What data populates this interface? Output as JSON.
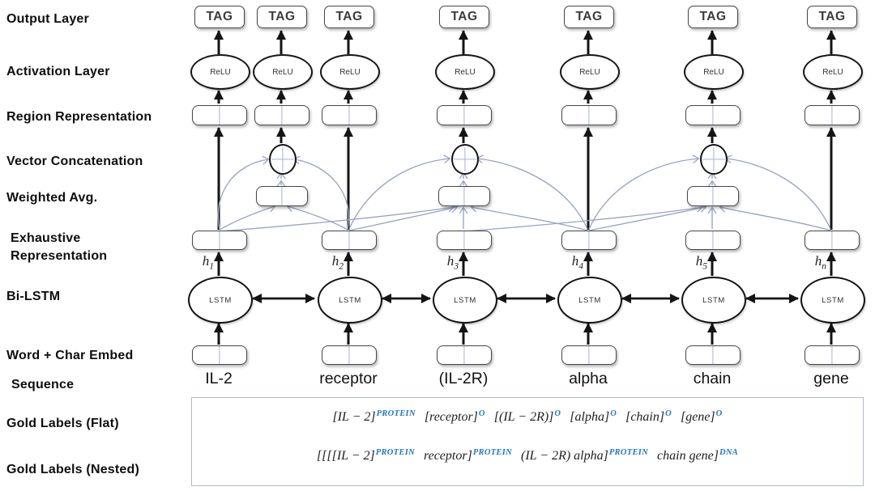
{
  "row_labels": {
    "output_layer": "Output Layer",
    "activation_layer": "Activation Layer",
    "region_representation": "Region Representation",
    "vector_concatenation": "Vector Concatenation",
    "weighted_avg": "Weighted Avg.",
    "exhaustive_representation": "Exhaustive Representation",
    "bi_lstm": "Bi-LSTM",
    "word_char_embed": "Word + Char Embed",
    "sequence": "Sequence",
    "gold_flat": "Gold Labels (Flat)",
    "gold_nested": "Gold Labels (Nested)"
  },
  "nodes": {
    "tag": "TAG",
    "relu": "ReLU",
    "lstm": "LSTM"
  },
  "hidden_states": [
    {
      "base": "h",
      "sub": "1"
    },
    {
      "base": "h",
      "sub": "2"
    },
    {
      "base": "h",
      "sub": "3"
    },
    {
      "base": "h",
      "sub": "4"
    },
    {
      "base": "h",
      "sub": "5"
    },
    {
      "base": "h",
      "sub": "n"
    }
  ],
  "sequence_words": [
    "IL-2",
    "receptor",
    "(IL-2R)",
    "alpha",
    "chain",
    "gene"
  ],
  "gold_labels": {
    "flat": {
      "segments": [
        {
          "text": "[IL − 2]",
          "tag": "PROTEIN"
        },
        {
          "text": "[receptor]",
          "tag": "O"
        },
        {
          "text": "[(IL − 2R)]",
          "tag": "O"
        },
        {
          "text": "[alpha]",
          "tag": "O"
        },
        {
          "text": "[chain]",
          "tag": "O"
        },
        {
          "text": "[gene]",
          "tag": "O"
        }
      ]
    },
    "nested": {
      "segments": [
        {
          "text": "[[[[IL − 2]",
          "tag": "PROTEIN"
        },
        {
          "text": "receptor]",
          "tag": "PROTEIN"
        },
        {
          "text": "(IL − 2R) alpha]",
          "tag": "PROTEIN"
        },
        {
          "text": "chain gene]",
          "tag": "DNA"
        }
      ]
    }
  },
  "colors": {
    "connector_blue": "#99a3c4",
    "entity_tag_blue": "#2176c4",
    "arrow_black": "#141414"
  }
}
